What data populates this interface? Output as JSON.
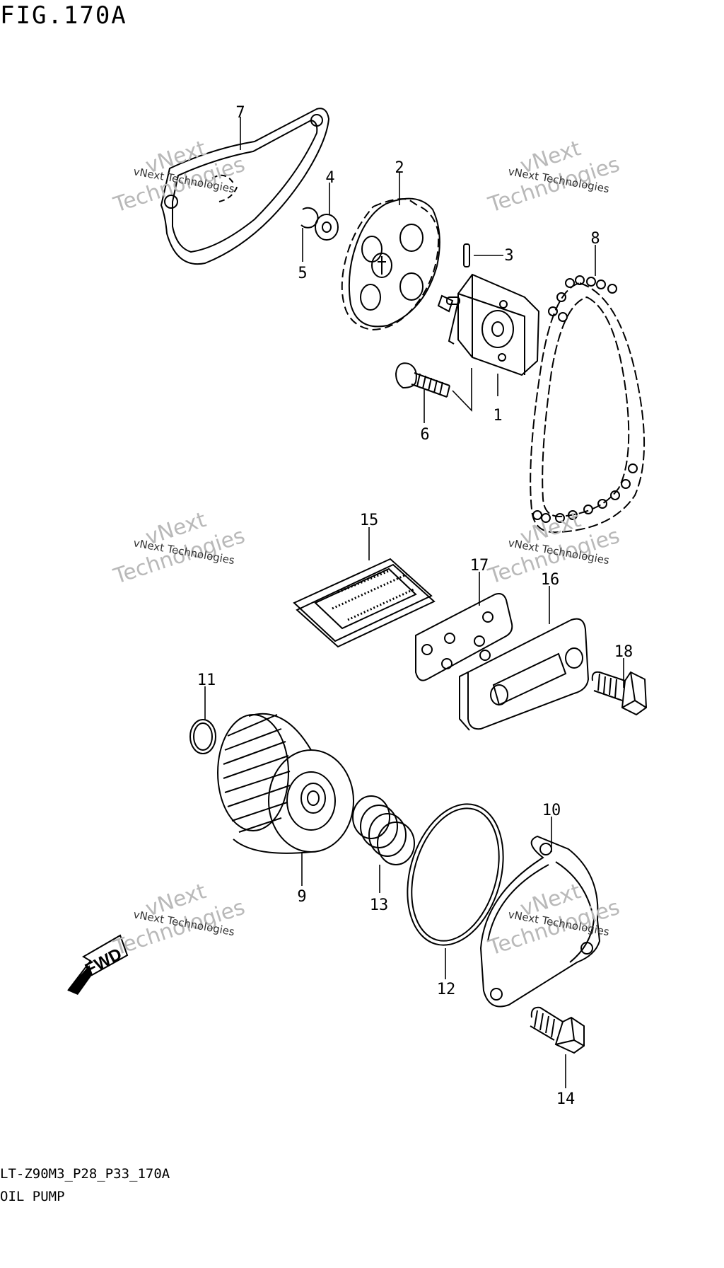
{
  "figure_title": "FIG.170A",
  "footer": {
    "code": "LT-Z90M3_P28_P33_170A",
    "name": "OIL PUMP"
  },
  "watermark": {
    "line_small": "vNext Technologies",
    "line_top": "vNext",
    "line_bottom": "Technologies"
  },
  "fwd_label": "FWD",
  "callouts": [
    "1",
    "2",
    "3",
    "4",
    "5",
    "6",
    "7",
    "8",
    "9",
    "10",
    "11",
    "12",
    "13",
    "14",
    "15",
    "16",
    "17",
    "18"
  ],
  "colors": {
    "line": "#000000",
    "watermark": "#b9b9b9"
  }
}
